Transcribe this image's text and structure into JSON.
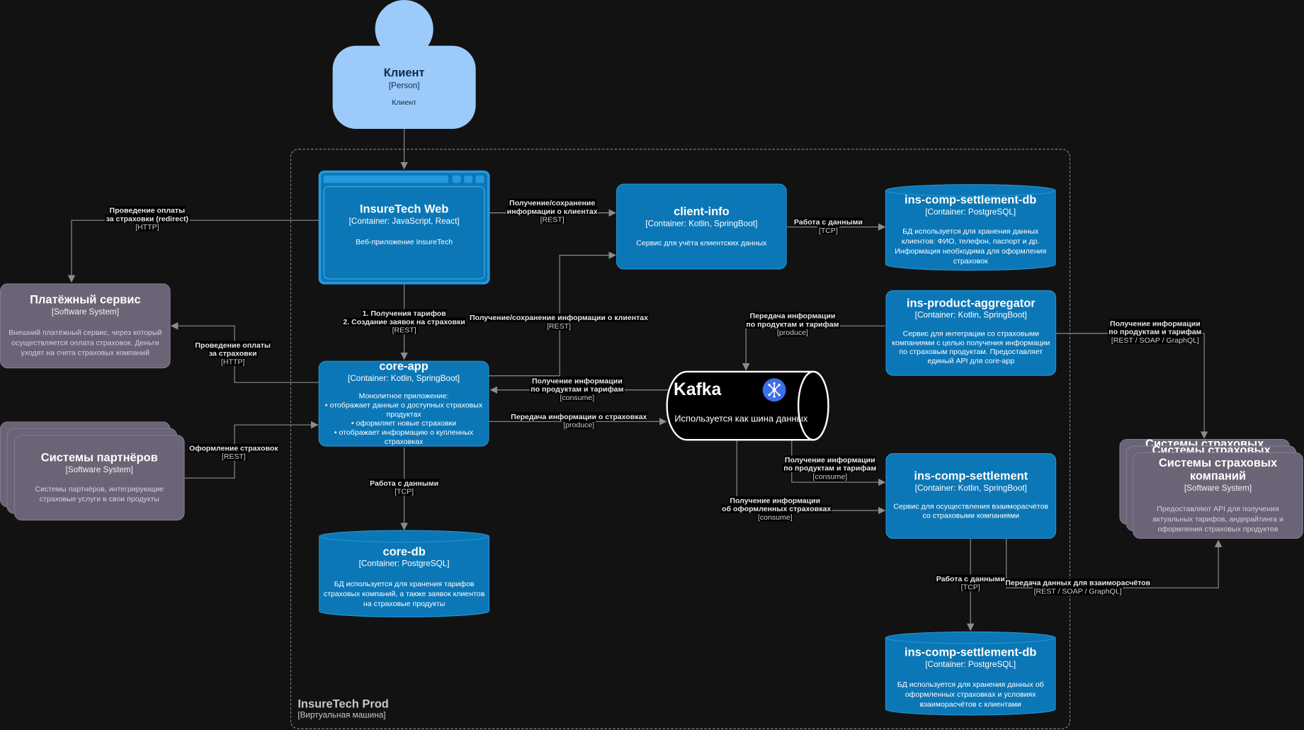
{
  "boundary": {
    "title": "InsureTech Prod",
    "type": "[Виртуальная машина]"
  },
  "person": {
    "title": "Клиент",
    "type": "[Person]",
    "desc": "Клиент"
  },
  "web": {
    "title": "InsureTech Web",
    "type": "[Container: JavaScript, React]",
    "desc": "Веб-приложение InsureTech"
  },
  "client_info": {
    "title": "client-info",
    "type": "[Container: Kotlin, SpringBoot]",
    "desc": "Сервис для учёта клиентских данных"
  },
  "settlement_db_top": {
    "title": "ins-comp-settlement-db",
    "type": "[Container: PostgreSQL]",
    "desc": [
      "БД используется для хранения данных",
      "клиентов: ФИО, телефон, паспорт и др.",
      "Информация необходима для оформления",
      "страховок"
    ]
  },
  "aggregator": {
    "title": "ins-product-aggregator",
    "type": "[Container: Kotlin, SpringBoot]",
    "desc": [
      "Сервис для интеграции со страховыми",
      "компаниями с целью получения информации",
      "по страховым продуктам. Предоставляет",
      "единый API для core-app"
    ]
  },
  "payment": {
    "title": "Платёжный сервис",
    "type": "[Software System]",
    "desc": [
      "Внешний платёжный сервис, через который",
      "осуществляется оплата страховок. Деньги",
      "уходят на счета страховых компаний"
    ]
  },
  "core_app": {
    "title": "core-app",
    "type": "[Container: Kotlin, SpringBoot]",
    "desc": [
      "Монолитное приложение:",
      "• отображает данные о доступных страховых",
      "продуктах",
      "• оформляет новые страховки",
      "• отображает информацию о купленных",
      "страховках"
    ]
  },
  "kafka": {
    "title": "Kafka",
    "desc": "Используется как шина данных",
    "icon": "kafka-icon"
  },
  "partners": {
    "title": "Системы партнёров",
    "type": "[Software System]",
    "desc": [
      "Системы партнёров, интегрирующие",
      "страховые услуги в свои продукты"
    ]
  },
  "insurers": {
    "title_back": "Системы страховых",
    "title_mid": "Системы страховых",
    "title": [
      "Системы страховых",
      "компаний"
    ],
    "type": "[Software System]",
    "desc": [
      "Предоставляют API для получения",
      "актуальных тарифов, андерайтинга и",
      "оформления страховых продуктов"
    ]
  },
  "settlement": {
    "title": "ins-comp-settlement",
    "type": "[Container: Kotlin, SpringBoot]",
    "desc": [
      "Сервис для осуществления взаиморасчётов",
      "со страховыми компаниями"
    ]
  },
  "core_db": {
    "title": "core-db",
    "type": "[Container: PostgreSQL]",
    "desc": [
      "БД используется для хранения тарифов",
      "страховых компаний, а также заявок клиентов",
      "на страховые продукты"
    ]
  },
  "settlement_db_bottom": {
    "title": "ins-comp-settlement-db",
    "type": "[Container: PostgreSQL]",
    "desc": [
      "БД используется для хранения данных об",
      "оформленных страховках и условиях",
      "взаиморасчётов с клиентами"
    ]
  },
  "edges": {
    "web_payment": {
      "text": [
        "Проведение оплаты",
        "за страховки (redirect)"
      ],
      "tech": "[HTTP]"
    },
    "web_client": {
      "text": [
        "Получение/сохранение",
        "информации о клиентах"
      ],
      "tech": "[REST]"
    },
    "client_db": {
      "text": [
        "Работа с данными"
      ],
      "tech": "[TCP]"
    },
    "web_core": {
      "text": [
        "1. Получения тарифов",
        "2. Создание заявок на страховки"
      ],
      "tech": "[REST]"
    },
    "core_client": {
      "text": [
        "Получение/сохранение информации о клиентах"
      ],
      "tech": "[REST]"
    },
    "agg_kafka": {
      "text": [
        "Передача информации",
        "по продуктам и тарифам"
      ],
      "tech": "[produce]"
    },
    "agg_insurers": {
      "text": [
        "Получение информации",
        "по продуктам и тарифам"
      ],
      "tech": "[REST / SOAP / GraphQL]"
    },
    "core_payment": {
      "text": [
        "Проведение оплаты",
        "за страховки"
      ],
      "tech": "[HTTP]"
    },
    "kafka_core": {
      "text": [
        "Получение информации",
        "по продуктам и тарифам"
      ],
      "tech": "[consume]"
    },
    "core_kafka": {
      "text": [
        "Передача информации о страховках"
      ],
      "tech": "[produce]"
    },
    "partners_core": {
      "text": [
        "Оформление страховок"
      ],
      "tech": "[REST]"
    },
    "kafka_settlement_1": {
      "text": [
        "Получение информации",
        "по продуктам и тарифам"
      ],
      "tech": "[consume]"
    },
    "kafka_settlement_2": {
      "text": [
        "Получение информации",
        "об оформленных страховках"
      ],
      "tech": "[consume]"
    },
    "core_coredb": {
      "text": [
        "Работа с данными"
      ],
      "tech": "[TCP]"
    },
    "settlement_db": {
      "text": [
        "Работа с данными"
      ],
      "tech": "[TCP]"
    },
    "settlement_insurers": {
      "text": [
        "Передача данных для взаиморасчётов"
      ],
      "tech": "[REST / SOAP / GraphQL]"
    }
  }
}
